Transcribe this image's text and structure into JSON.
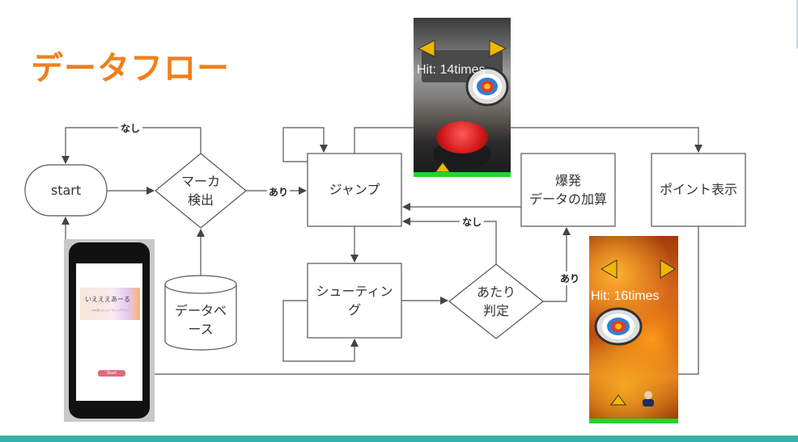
{
  "slide": {
    "title": "データフロー"
  },
  "nodes": {
    "start": "start",
    "marker_detect": "マーカ\n検出",
    "database": "データベ\nース",
    "jump": "ジャンプ",
    "shooting": "シューティン\nグ",
    "hit_judge": "あたり\n判定",
    "explosion": "爆発\nデータの加算",
    "point_display": "ポイント表示"
  },
  "edges": {
    "marker_none": "なし",
    "marker_yes": "あり",
    "hit_none": "なし",
    "hit_yes": "あり"
  },
  "phone_app": {
    "banner_title": "いえええあーる",
    "banner_subtitle": "ARを使ったシューティングアプリ",
    "start_label": "Start"
  },
  "game_shot_1": {
    "hit_text": "Hit: 14times"
  },
  "game_shot_2": {
    "hit_text": "Hit: 16times"
  },
  "colors": {
    "title": "#f07f1b",
    "bottom_bar": "#3aaea8",
    "node_stroke": "#555555",
    "arrow": "#444444",
    "game_arrow": "#f2b600"
  }
}
